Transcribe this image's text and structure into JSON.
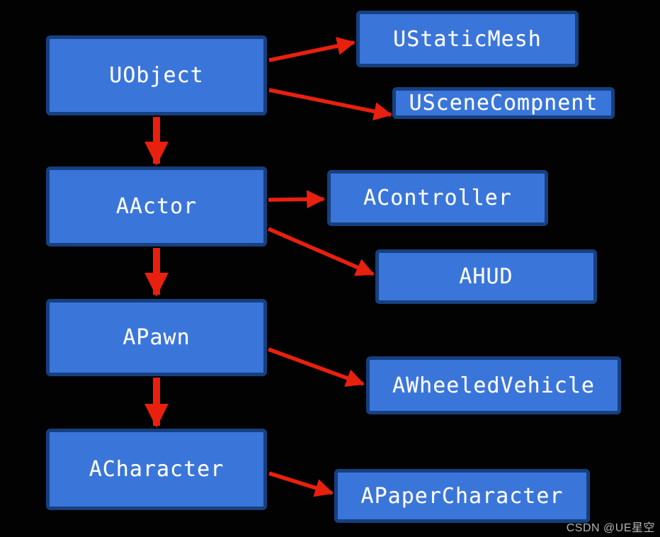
{
  "diagram": {
    "nodes": {
      "uobject": {
        "label": "UObject"
      },
      "ustaticmesh": {
        "label": "UStaticMesh"
      },
      "uscenecompnent": {
        "label": "USceneCompnent"
      },
      "aactor": {
        "label": "AActor"
      },
      "acontroller": {
        "label": "AController"
      },
      "ahud": {
        "label": "AHUD"
      },
      "apawn": {
        "label": "APawn"
      },
      "awheeledvehicle": {
        "label": "AWheeledVehicle"
      },
      "acharacter": {
        "label": "ACharacter"
      },
      "apapercharacter": {
        "label": "APaperCharacter"
      }
    },
    "edges": [
      {
        "from": "UObject",
        "to": "UStaticMesh"
      },
      {
        "from": "UObject",
        "to": "USceneCompnent"
      },
      {
        "from": "UObject",
        "to": "AActor"
      },
      {
        "from": "AActor",
        "to": "AController"
      },
      {
        "from": "AActor",
        "to": "AHUD"
      },
      {
        "from": "AActor",
        "to": "APawn"
      },
      {
        "from": "APawn",
        "to": "AWheeledVehicle"
      },
      {
        "from": "APawn",
        "to": "ACharacter"
      },
      {
        "from": "ACharacter",
        "to": "APaperCharacter"
      }
    ],
    "colors": {
      "background": "#020202",
      "node_fill": "#3a75da",
      "node_border": "#16407f",
      "node_text": "#ffffff",
      "arrow": "#e9200e",
      "watermark_text": "#b5b5b5"
    }
  },
  "watermark": {
    "text": "CSDN @UE星空"
  }
}
